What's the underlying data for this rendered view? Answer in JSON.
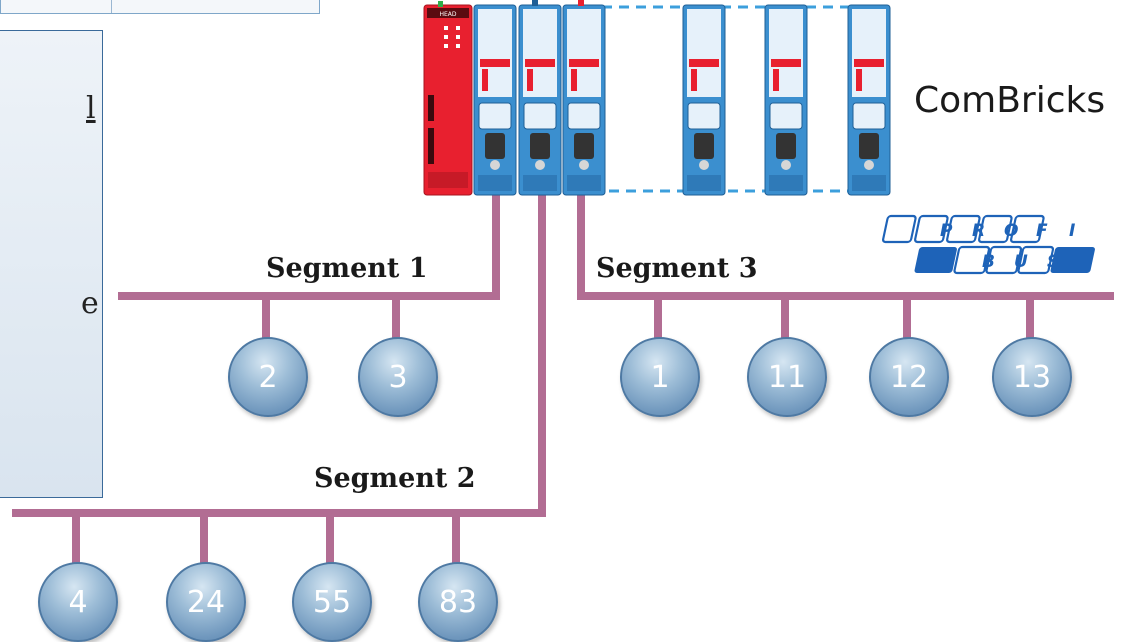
{
  "panel": {
    "fragments": [
      "l",
      "e"
    ]
  },
  "combricks": {
    "label": "ComBricks"
  },
  "profibus": {
    "row1": [
      "P",
      "R",
      "O",
      "F",
      "I"
    ],
    "row2": [
      "B",
      "U",
      "S"
    ]
  },
  "segments": [
    {
      "label": "Segment 1",
      "nodes": [
        "2",
        "3"
      ]
    },
    {
      "label": "Segment 2",
      "nodes": [
        "4",
        "24",
        "55",
        "83"
      ]
    },
    {
      "label": "Segment 3",
      "nodes": [
        "1",
        "11",
        "12",
        "13"
      ]
    }
  ],
  "colors": {
    "bus": "#b26d93",
    "head_module": "#e8202f",
    "io_module": "#3b8fcf",
    "dashed": "#3c9fdc",
    "node": "#7ea3c8"
  },
  "icons": [
    "head-module",
    "io-module",
    "profibus-logo"
  ]
}
